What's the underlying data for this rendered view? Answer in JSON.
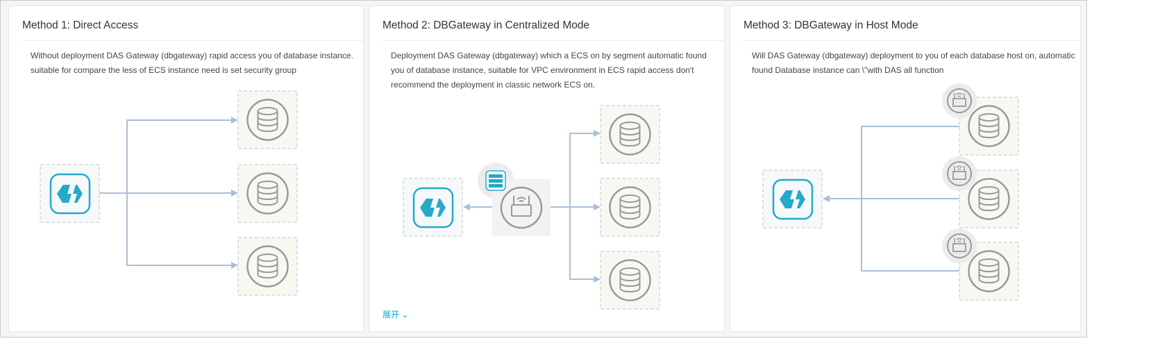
{
  "methods": [
    {
      "title": "Method 1: Direct Access",
      "description": "Without deployment DAS Gateway (dbgateway) rapid access you of database instance. suitable for compare the less of ECS instance need is set security group"
    },
    {
      "title": "Method 2: DBGateway in Centralized Mode",
      "description": "Deployment DAS Gateway (dbgateway) which a ECS on by segment automatic found you of database instance, suitable for VPC environment in ECS rapid access don't recommend the deployment in classic network ECS on.",
      "expand_label": "展开"
    },
    {
      "title": "Method 3: DBGateway in Host Mode",
      "description": "Will DAS Gateway (dbgateway) deployment to you of each database host on, automatic found Database instance can \\\"with DAS all function"
    }
  ],
  "colors": {
    "accent": "#26a9c9",
    "line": "#a9bfd8",
    "icon_gray": "#999999",
    "expand": "#00a8d0"
  }
}
